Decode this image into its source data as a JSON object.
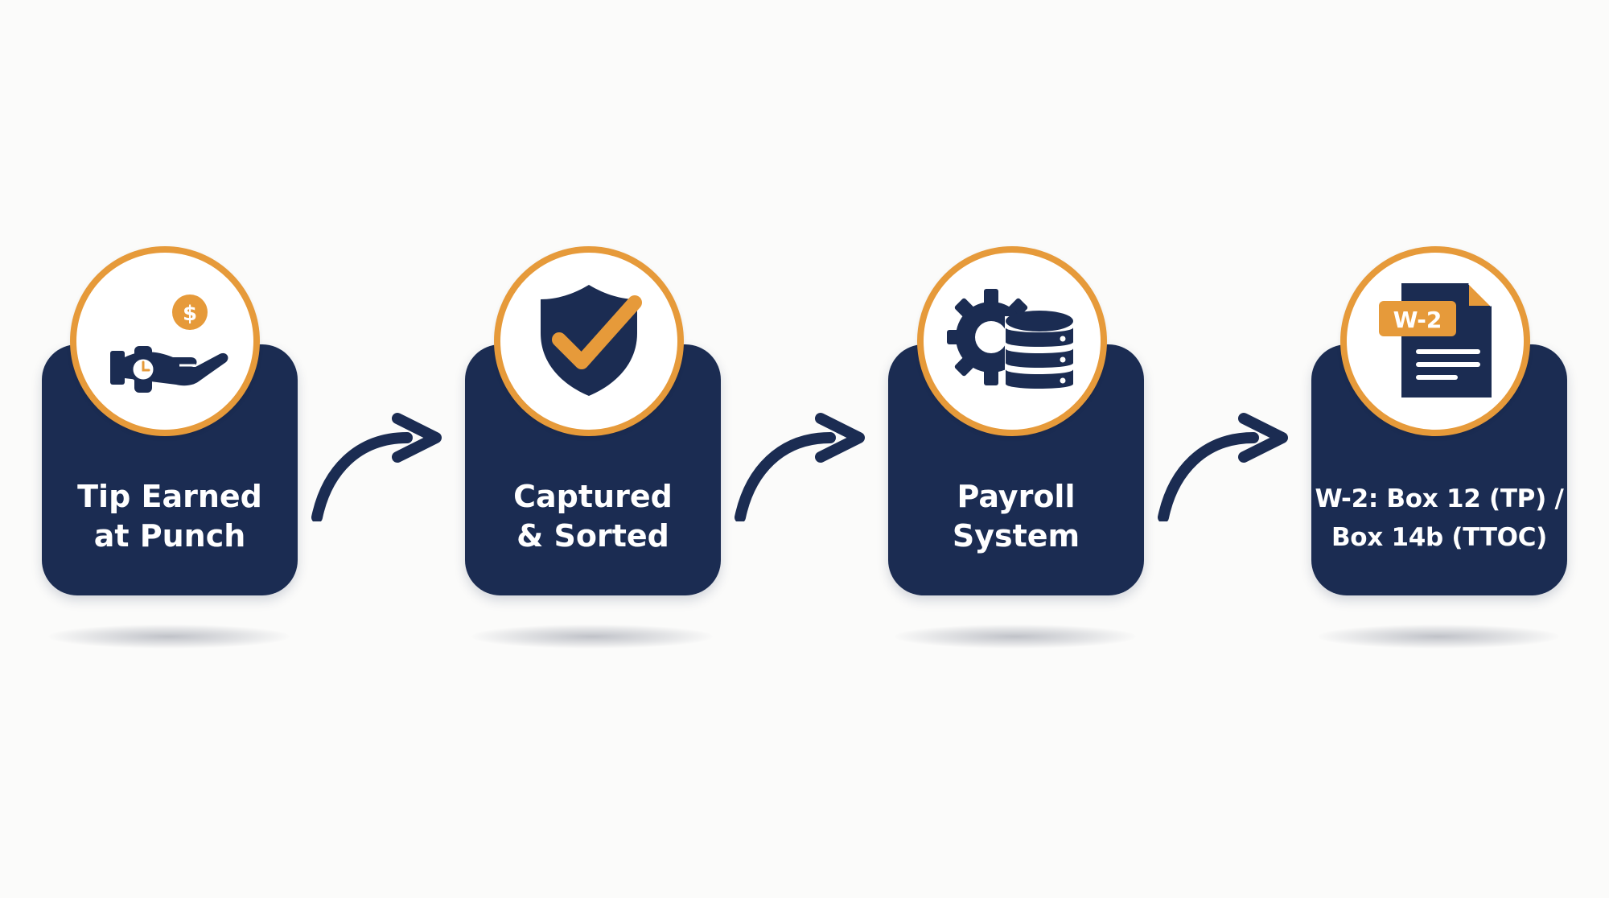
{
  "steps": [
    {
      "label": "Tip Earned\nat Punch",
      "icon": "hand-watch-dollar-icon"
    },
    {
      "label": "Captured\n& Sorted",
      "icon": "shield-check-icon"
    },
    {
      "label": "Payroll\nSystem",
      "icon": "gear-database-icon"
    },
    {
      "label": "W-2: Box 12 (TP) /\nBox 14b (TTOC)",
      "icon": "w2-document-icon",
      "badge_text": "W-2"
    }
  ],
  "colors": {
    "card": "#1b2c52",
    "accent": "#e69a3a",
    "badge_bg": "#ffffff",
    "background": "#fbfbfa"
  }
}
